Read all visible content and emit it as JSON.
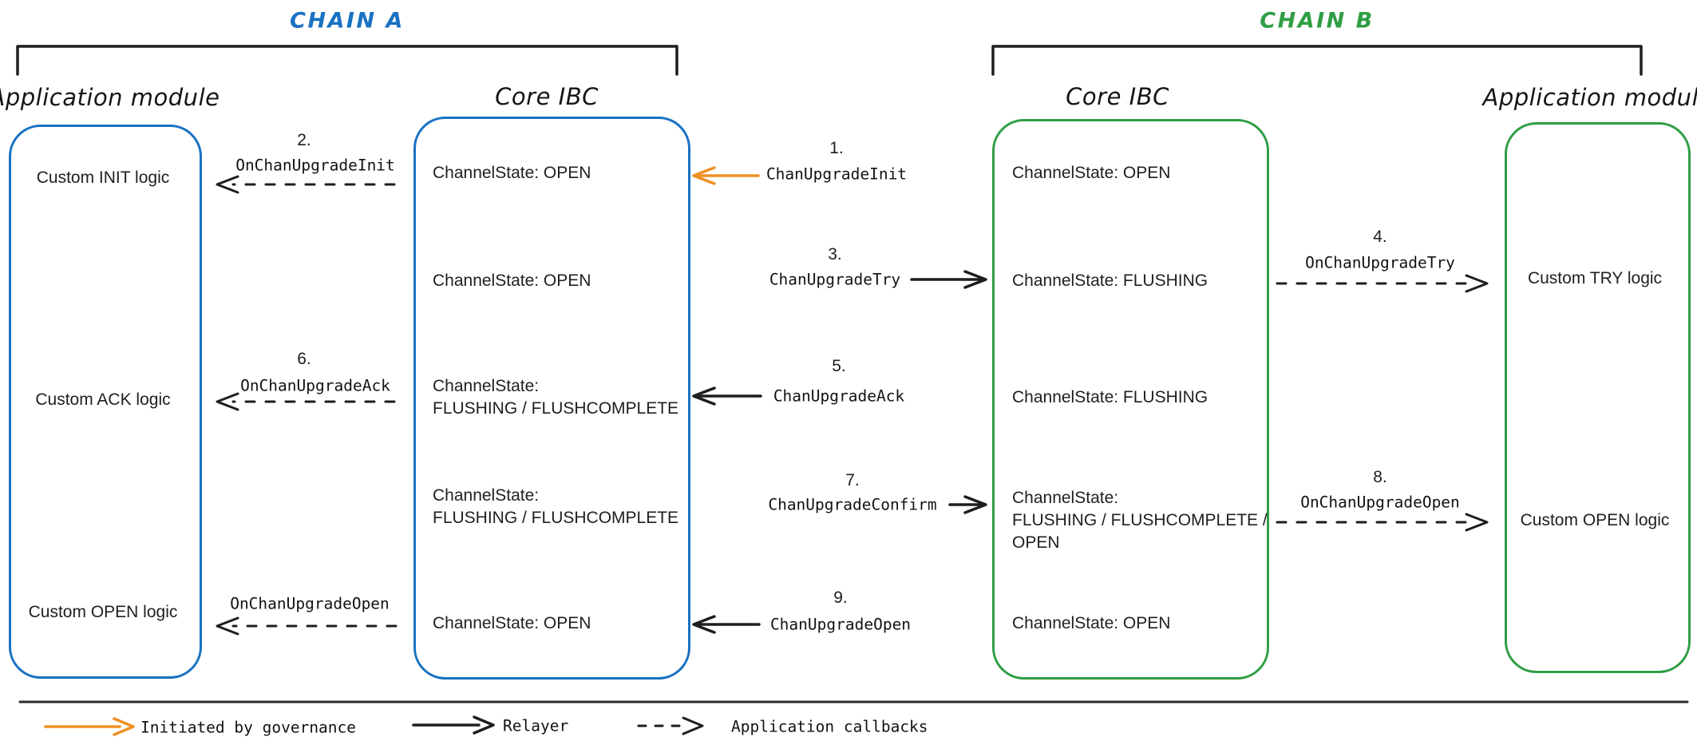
{
  "colors": {
    "blue": "#1971c2",
    "green": "#2f9e44",
    "orange": "#ef9024",
    "ink": "#1e1e1e"
  },
  "chains": {
    "a": {
      "label": "CHAIN A"
    },
    "b": {
      "label": "CHAIN B"
    }
  },
  "columns": {
    "app_a": {
      "title": "Application module",
      "rows": [
        [
          "Custom INIT logic"
        ],
        [
          "Custom ACK logic"
        ],
        [
          "Custom OPEN logic"
        ]
      ]
    },
    "core_a": {
      "title": "Core IBC",
      "rows": [
        [
          "ChannelState: OPEN"
        ],
        [
          "ChannelState: OPEN"
        ],
        [
          "ChannelState:",
          "FLUSHING / FLUSHCOMPLETE"
        ],
        [
          "ChannelState:",
          "FLUSHING / FLUSHCOMPLETE"
        ],
        [
          "ChannelState: OPEN"
        ]
      ]
    },
    "core_b": {
      "title": "Core IBC",
      "rows": [
        [
          "ChannelState: OPEN"
        ],
        [
          "ChannelState: FLUSHING"
        ],
        [
          "ChannelState: FLUSHING"
        ],
        [
          "ChannelState:",
          "FLUSHING / FLUSHCOMPLETE /",
          "OPEN"
        ],
        [
          "ChannelState: OPEN"
        ]
      ]
    },
    "app_b": {
      "title": "Application module",
      "rows": [
        [
          "Custom TRY logic"
        ],
        [
          "Custom OPEN logic"
        ]
      ]
    }
  },
  "messages": {
    "m1": {
      "num": "1.",
      "label": "ChanUpgradeInit"
    },
    "m2": {
      "num": "2.",
      "label": "OnChanUpgradeInit"
    },
    "m3": {
      "num": "3.",
      "label": "ChanUpgradeTry"
    },
    "m4": {
      "num": "4.",
      "label": "OnChanUpgradeTry"
    },
    "m5": {
      "num": "5.",
      "label": "ChanUpgradeAck"
    },
    "m6": {
      "num": "6.",
      "label": "OnChanUpgradeAck"
    },
    "m7": {
      "num": "7.",
      "label": "ChanUpgradeConfirm"
    },
    "m8": {
      "num": "8.",
      "label": "OnChanUpgradeOpen"
    },
    "m9": {
      "num": "9.",
      "label": "ChanUpgradeOpen"
    },
    "open_a": {
      "label": "OnChanUpgradeOpen"
    }
  },
  "legend": {
    "governance": "Initiated by governance",
    "relayer": "Relayer",
    "callbacks": "Application callbacks"
  }
}
